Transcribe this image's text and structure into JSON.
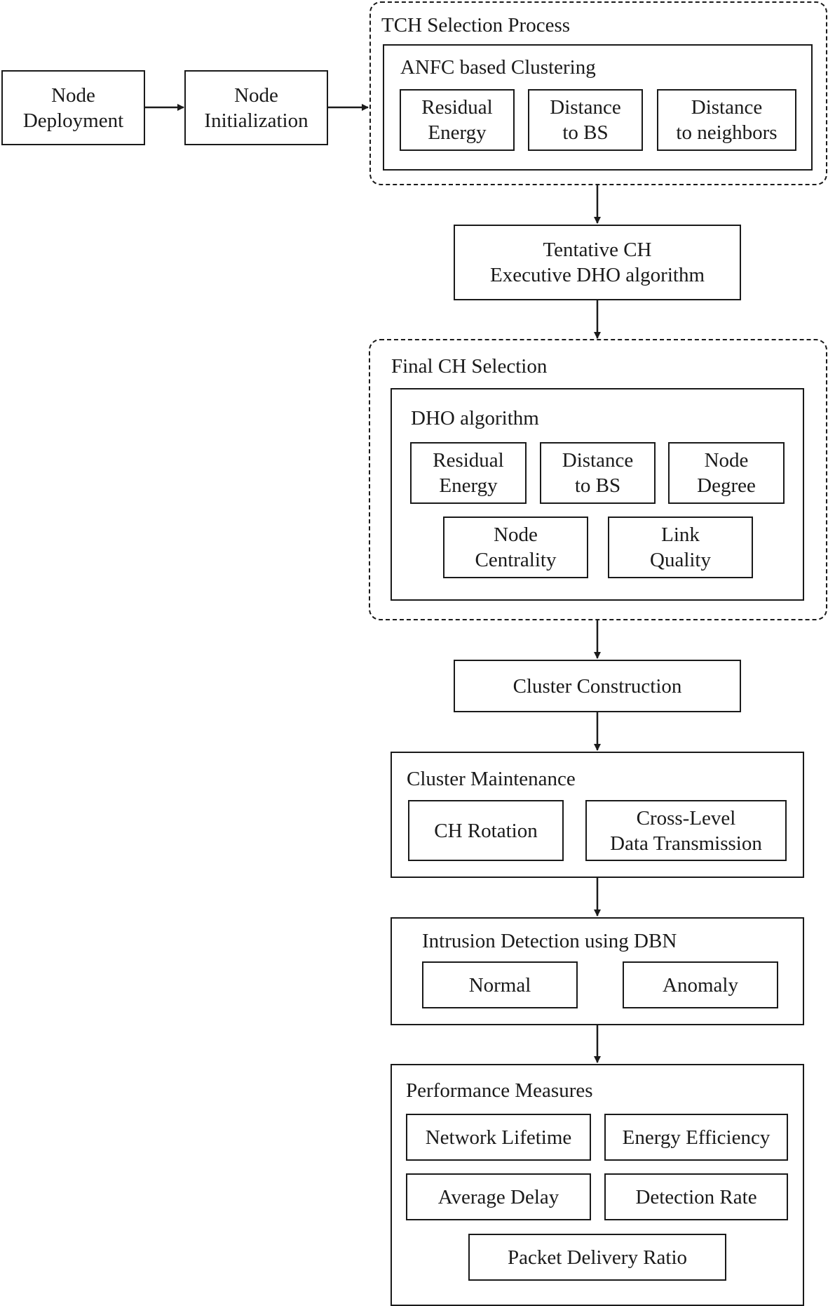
{
  "node_deployment": "Node\nDeployment",
  "node_initialization": "Node\nInitialization",
  "tch": {
    "title": "TCH Selection Process",
    "group_title": "ANFC based Clustering",
    "items": [
      "Residual\nEnergy",
      "Distance\nto BS",
      "Distance\nto neighbors"
    ]
  },
  "tentative": "Tentative CH\nExecutive DHO algorithm",
  "final": {
    "title": "Final CH Selection",
    "group_title": "DHO algorithm",
    "items": [
      "Residual\nEnergy",
      "Distance\nto BS",
      "Node\nDegree",
      "Node\nCentrality",
      "Link\nQuality"
    ]
  },
  "cluster_construction": "Cluster Construction",
  "maintenance": {
    "title": "Cluster Maintenance",
    "items": [
      "CH Rotation",
      "Cross-Level\nData Transmission"
    ]
  },
  "intrusion": {
    "title": "Intrusion Detection using DBN",
    "items": [
      "Normal",
      "Anomaly"
    ]
  },
  "performance": {
    "title": "Performance Measures",
    "items": [
      "Network Lifetime",
      "Energy Efficiency",
      "Average Delay",
      "Detection Rate",
      "Packet Delivery Ratio"
    ]
  }
}
